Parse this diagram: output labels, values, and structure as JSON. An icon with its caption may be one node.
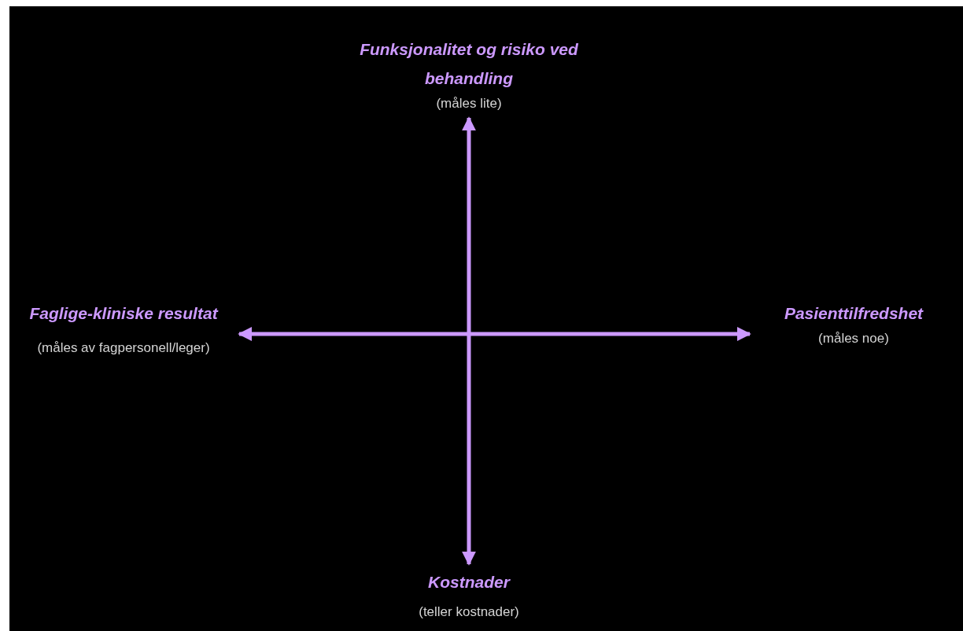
{
  "diagram": {
    "nodes": [
      {
        "text": [
          "Funksjonalitet og risiko ved behandling",
          "(måles lite)"
        ]
      },
      {
        "text": [
          "Faglige-kliniske resultat",
          "(måles av fagpersonell/leger)"
        ]
      },
      {
        "text": [
          "Pasienttilfredshet",
          "(måles noe)"
        ]
      },
      {
        "text": [
          "Kostnader",
          "(teller kostnader)"
        ]
      }
    ],
    "edges": [
      {
        "from": 0,
        "to": 3,
        "arrow": "both"
      },
      {
        "from": 1,
        "to": 2,
        "arrow": "both"
      }
    ]
  }
}
